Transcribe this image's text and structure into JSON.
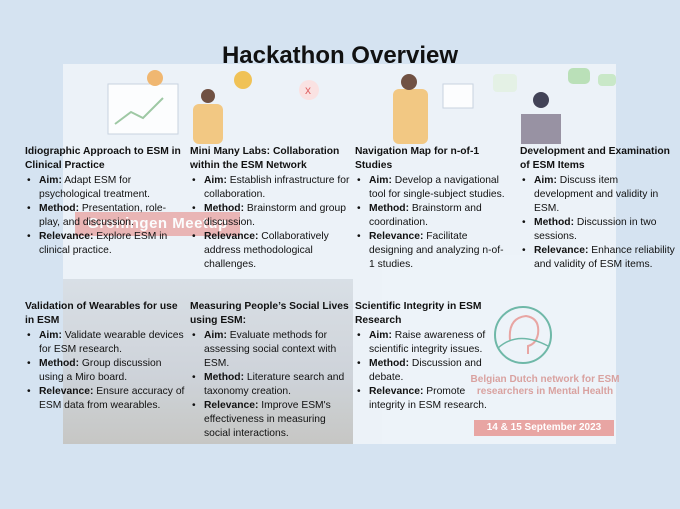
{
  "title": "Hackathon Overview",
  "banner": {
    "meetup_label": "Groningen Meetup",
    "network_text": "Belgian Dutch network for ESM researchers in Mental Health",
    "date_label": "14 & 15 September 2023"
  },
  "cards": [
    {
      "heading": "Idiographic Approach to ESM in Clinical Practice",
      "items": [
        {
          "label": "Aim:",
          "text": "Adapt ESM for psychological treatment."
        },
        {
          "label": "Method:",
          "text": "Presentation, role-play, and discussion."
        },
        {
          "label": "Relevance:",
          "text": "Explore ESM in clinical practice."
        }
      ]
    },
    {
      "heading": "Mini Many Labs: Collaboration within the ESM Network",
      "items": [
        {
          "label": "Aim:",
          "text": "Establish infrastructure for collaboration."
        },
        {
          "label": "Method:",
          "text": "Brainstorm and group discussion."
        },
        {
          "label": "Relevance:",
          "text": "Collaboratively address methodological challenges."
        }
      ]
    },
    {
      "heading": "Navigation Map for n-of-1 Studies",
      "items": [
        {
          "label": "Aim:",
          "text": "Develop a navigational tool for single-subject studies."
        },
        {
          "label": "Method:",
          "text": "Brainstorm and coordination."
        },
        {
          "label": "Relevance:",
          "text": "Facilitate designing and analyzing n-of-1 studies."
        }
      ]
    },
    {
      "heading": "Development and Examination of ESM Items",
      "items": [
        {
          "label": "Aim:",
          "text": "Discuss item development and validity in ESM."
        },
        {
          "label": "Method:",
          "text": "Discussion in two sessions."
        },
        {
          "label": "Relevance:",
          "text": "Enhance reliability and validity of ESM items."
        }
      ]
    },
    {
      "heading": "Validation of Wearables for use in ESM",
      "items": [
        {
          "label": "Aim:",
          "text": "Validate wearable devices for ESM research."
        },
        {
          "label": "Method:",
          "text": "Group discussion using a Miro board."
        },
        {
          "label": "Relevance:",
          "text": "Ensure accuracy of ESM data from wearables."
        }
      ]
    },
    {
      "heading": "Measuring People’s Social Lives using ESM:",
      "items": [
        {
          "label": "Aim:",
          "text": "Evaluate methods for assessing social context with ESM."
        },
        {
          "label": "Method:",
          "text": "Literature search and taxonomy creation."
        },
        {
          "label": "Relevance:",
          "text": "Improve ESM's effectiveness in measuring social interactions."
        }
      ]
    },
    {
      "heading": "Scientific Integrity in ESM Research",
      "items": [
        {
          "label": "Aim:",
          "text": "Raise awareness of scientific integrity issues."
        },
        {
          "label": "Method:",
          "text": "Discussion and debate."
        },
        {
          "label": "Relevance:",
          "text": "Promote integrity in ESM research."
        }
      ]
    }
  ],
  "colors": {
    "background": "#d5e3f1",
    "accent_pink": "#e8a5a3",
    "logo_teal": "#6fb8a8"
  }
}
